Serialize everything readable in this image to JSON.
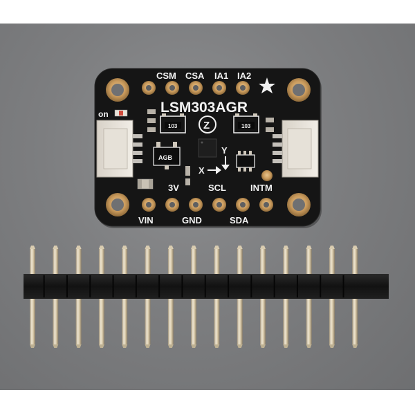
{
  "board": {
    "name": "LSM303AGR",
    "top_pins": [
      "CSM",
      "CSA",
      "IA1",
      "IA2"
    ],
    "power_led_label": "on",
    "bottom_upper_labels": [
      "3V",
      "SCL",
      "INTM"
    ],
    "bottom_lower_labels": [
      "VIN",
      "GND",
      "SDA"
    ],
    "axis_x": "X",
    "axis_y": "Y",
    "chip_marks": [
      "103",
      "103"
    ],
    "regulator_mark": "AGB",
    "logo_letter": "Z"
  },
  "header_strip": {
    "pin_count": 15
  },
  "colors": {
    "pcb": "#151515",
    "pad_gold": "#c99a5c",
    "pin_gold": "#d4c4a4",
    "header_plastic": "#1a1a1a",
    "background": "#7d7e80"
  }
}
